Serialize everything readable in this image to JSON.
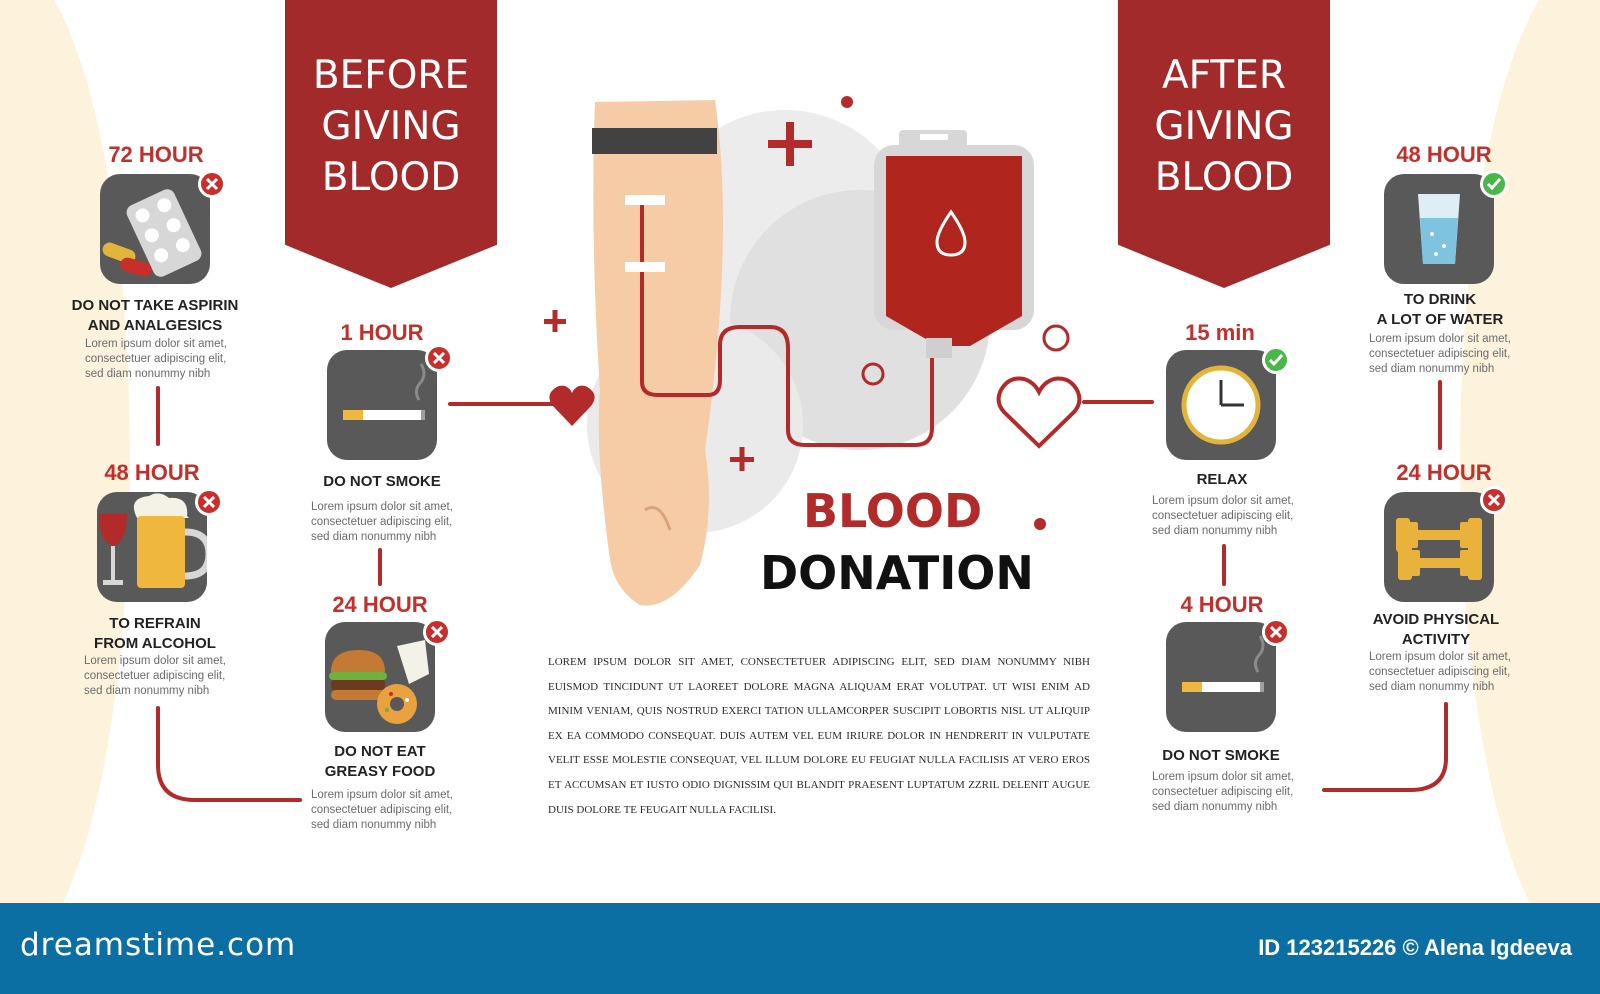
{
  "banners": {
    "before": "BEFORE\nGIVING\nBLOOD",
    "after": "AFTER\nGIVING\nBLOOD"
  },
  "headline": {
    "line1": "BLOOD",
    "line2": "DONATION"
  },
  "lorem": "Lorem ipsum dolor sit amet,\nconsectetuer adipiscing elit,\nsed diam nonummy nibh",
  "before_steps": [
    {
      "time": "72 HOUR",
      "title": "DO NOT TAKE ASPIRIN\nAND ANALGESICS",
      "status": "not-allowed",
      "icon": "pills-icon"
    },
    {
      "time": "48 HOUR",
      "title": "TO REFRAIN\nFROM ALCOHOL",
      "status": "not-allowed",
      "icon": "alcohol-icon"
    },
    {
      "time": "1 HOUR",
      "title": "DO NOT SMOKE",
      "status": "not-allowed",
      "icon": "cigarette-icon"
    },
    {
      "time": "24 HOUR",
      "title": "DO NOT EAT\nGREASY FOOD",
      "status": "not-allowed",
      "icon": "fast-food-icon"
    }
  ],
  "after_steps": [
    {
      "time": "15 min",
      "title": "RELAX",
      "status": "allowed",
      "icon": "clock-icon"
    },
    {
      "time": "4 HOUR",
      "title": "DO NOT SMOKE",
      "status": "not-allowed",
      "icon": "cigarette-icon"
    },
    {
      "time": "48 HOUR",
      "title": "TO DRINK\nA LOT OF WATER",
      "status": "allowed",
      "icon": "water-glass-icon"
    },
    {
      "time": "24 HOUR",
      "title": "AVOID PHYSICAL\nACTIVITY",
      "status": "not-allowed",
      "icon": "dumbbell-icon"
    }
  ],
  "body_text": "Lorem ipsum dolor sit amet, consectetuer adipiscing elit, sed diam nonummy nibh euismod tincidunt ut laoreet dolore magna aliquam erat volutpat. Ut wisi enim ad minim veniam, quis nostrud exerci tation ullamcorper suscipit lobortis nisl ut aliquip ex ea commodo consequat. Duis autem vel eum iriure dolor in hendrerit in vulputate velit esse molestie consequat, vel illum dolore eu feugiat nulla facilisis at vero eros et accumsan et iusto odio dignissim qui blandit praesent luptatum zzril delenit augue duis dolore te feugait nulla facilisi.",
  "footer": {
    "logo": "dreamstime.com",
    "credit": "ID 123215226 © Alena Igdeeva"
  },
  "colors": {
    "accent": "#a32a2b",
    "red": "#c0302d",
    "icon_bg": "#595959",
    "ok": "#49b749",
    "footer": "#0b6fa4",
    "side": "#fdf3dc"
  }
}
